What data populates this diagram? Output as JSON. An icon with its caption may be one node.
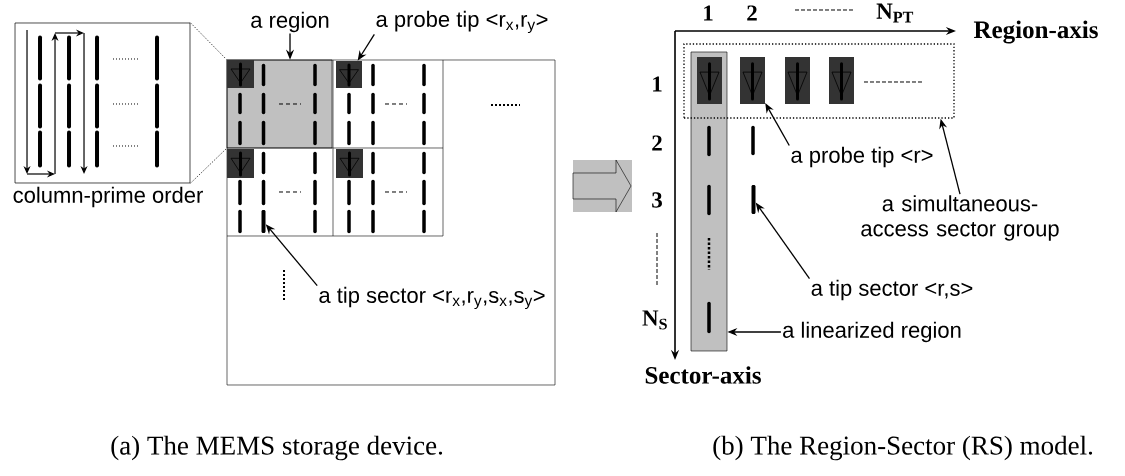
{
  "diagram": {
    "nodes": [
      {
        "text": [
          "a region"
        ]
      },
      {
        "text": [],
        "shape": "box"
      },
      {
        "text": [
          "a probe tip <r$_{x}$,r$_{y}$>"
        ]
      },
      {
        "text": [],
        "shape": "box"
      },
      {
        "text": [
          "a tip sector <r$_{x}$,r$_{y}$,s$_{x}$,s$_{y}$>"
        ]
      },
      {
        "text": [],
        "shape": "bar"
      },
      {
        "text": [
          "a probe tip <r>"
        ]
      },
      {
        "text": [],
        "shape": "box",
        "in": 9
      },
      {
        "text": [
          "a simultaneous-access sector group"
        ]
      },
      {
        "text": [],
        "shape": "box"
      },
      {
        "text": [
          "a tip sector <r,s>"
        ]
      },
      {
        "text": [],
        "shape": "bar"
      },
      {
        "text": [
          "a linearized region"
        ]
      },
      {
        "text": [],
        "shape": "box"
      },
      {
        "text": [],
        "shape": "box"
      }
    ],
    "edges": [
      {
        "from": 0,
        "to": 1,
        "arrow": "to"
      },
      {
        "from": 2,
        "to": 3,
        "arrow": "to"
      },
      {
        "from": 4,
        "to": 5,
        "arrow": "to"
      },
      {
        "from": 6,
        "to": 7,
        "arrow": "to"
      },
      {
        "from": 8,
        "to": 9,
        "arrow": "to"
      },
      {
        "from": 10,
        "to": 11,
        "arrow": "to"
      },
      {
        "from": 12,
        "to": 13,
        "arrow": "to"
      },
      {
        "from": 14,
        "to": 1,
        "arrow": "none",
        "style": "dashed"
      },
      {
        "from": 14,
        "to": 1,
        "arrow": "none",
        "style": "dashed"
      }
    ],
    "labels": [
      "column-prime order",
      "1",
      "2",
      "N$_{PT}$",
      "Region-axis",
      "1",
      "2",
      "3",
      "N$_{S}$",
      "Sector-axis",
      "(a) The MEMS storage device.",
      "(b) The Region-Sector (RS) model."
    ]
  }
}
